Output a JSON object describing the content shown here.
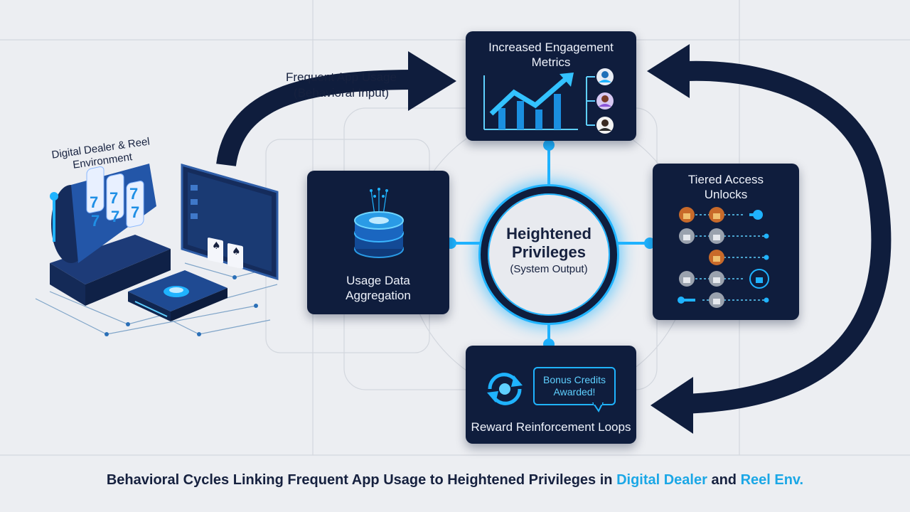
{
  "input": {
    "line1": "Frequent App Usage",
    "line2": "(Behavioral Input)"
  },
  "environment": {
    "line1": "Digital Dealer & Reel",
    "line2": "Environment"
  },
  "cards": {
    "engagement": {
      "line1": "Increased Engagement",
      "line2": "Metrics"
    },
    "aggregation": {
      "line1": "Usage Data",
      "line2": "Aggregation"
    },
    "tiered": {
      "line1": "Tiered Access",
      "line2": "Unlocks"
    },
    "reward": {
      "title": "Reward Reinforcement Loops",
      "bubble_line1": "Bonus Credits",
      "bubble_line2": "Awarded!"
    }
  },
  "center": {
    "line1": "Heightened",
    "line2": "Privileges",
    "sub": "(System Output)"
  },
  "footer": {
    "part1": "Behavioral Cycles Linking Frequent App Usage to Heightened Privileges in ",
    "hl1": "Digital Dealer",
    "part2": " and ",
    "hl2": "Reel Env."
  },
  "icons": [
    "slot-machine-icon",
    "card-table-screen-icon",
    "chip-device-icon",
    "database-icon",
    "growth-chart-icon",
    "user-avatar-icon",
    "padlock-icon",
    "key-icon",
    "refresh-cycle-icon",
    "speech-bubble-icon"
  ],
  "colors": {
    "navy": "#0f1d3d",
    "accent": "#1fb3ff",
    "text": "#16213f",
    "background": "#eceef2"
  }
}
